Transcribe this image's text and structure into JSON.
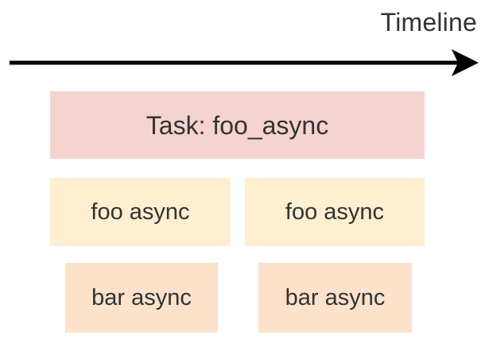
{
  "diagram": {
    "type": "async-task-timeline",
    "background_color": "#ffffff",
    "text_color": "#333333",
    "axis": {
      "label": "Timeline",
      "icon": "arrow-right-icon",
      "direction": "left-to-right",
      "color": "#000000"
    },
    "rows": [
      {
        "row_name": "task-row",
        "color": "#f5d3cf",
        "bars": [
          {
            "label": "Task: foo_async",
            "name": "task-bar-foo-async"
          }
        ]
      },
      {
        "row_name": "foo-async-row",
        "color": "#fdefd0",
        "bars": [
          {
            "label": "foo async",
            "name": "foo-async-bar-1"
          },
          {
            "label": "foo async",
            "name": "foo-async-bar-2"
          }
        ]
      },
      {
        "row_name": "bar-async-row",
        "color": "#fce2ca",
        "bars": [
          {
            "label": "bar async",
            "name": "bar-async-bar-1"
          },
          {
            "label": "bar async",
            "name": "bar-async-bar-2"
          }
        ]
      }
    ]
  }
}
